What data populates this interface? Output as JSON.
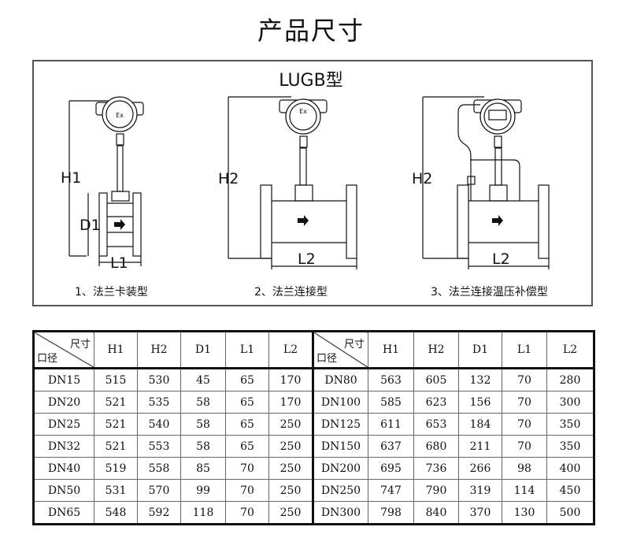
{
  "title": "产品尺寸",
  "model": "LUGB型",
  "figures": [
    {
      "caption": "1、法兰卡装型",
      "height_label": "H1",
      "diameter_label": "D1",
      "length_label": "L1",
      "head_mark": "Ex"
    },
    {
      "caption": "2、法兰连接型",
      "height_label": "H2",
      "length_label": "L2",
      "head_mark": "Ex"
    },
    {
      "caption": "3、法兰连接温压补偿型",
      "height_label": "H2",
      "length_label": "L2"
    }
  ],
  "table": {
    "corner_top": "尺寸",
    "corner_bottom": "口径",
    "columns": [
      "H1",
      "H2",
      "D1",
      "L1",
      "L2"
    ],
    "left_rows": [
      [
        "DN15",
        "515",
        "530",
        "45",
        "65",
        "170"
      ],
      [
        "DN20",
        "521",
        "535",
        "58",
        "65",
        "170"
      ],
      [
        "DN25",
        "521",
        "540",
        "58",
        "65",
        "250"
      ],
      [
        "DN32",
        "521",
        "553",
        "58",
        "65",
        "250"
      ],
      [
        "DN40",
        "519",
        "558",
        "85",
        "70",
        "250"
      ],
      [
        "DN50",
        "531",
        "570",
        "99",
        "70",
        "250"
      ],
      [
        "DN65",
        "548",
        "592",
        "118",
        "70",
        "250"
      ]
    ],
    "right_rows": [
      [
        "DN80",
        "563",
        "605",
        "132",
        "70",
        "280"
      ],
      [
        "DN100",
        "585",
        "623",
        "156",
        "70",
        "300"
      ],
      [
        "DN125",
        "611",
        "653",
        "184",
        "70",
        "350"
      ],
      [
        "DN150",
        "637",
        "680",
        "211",
        "70",
        "350"
      ],
      [
        "DN200",
        "695",
        "736",
        "266",
        "98",
        "400"
      ],
      [
        "DN250",
        "747",
        "790",
        "319",
        "114",
        "450"
      ],
      [
        "DN300",
        "798",
        "840",
        "370",
        "130",
        "500"
      ]
    ]
  }
}
